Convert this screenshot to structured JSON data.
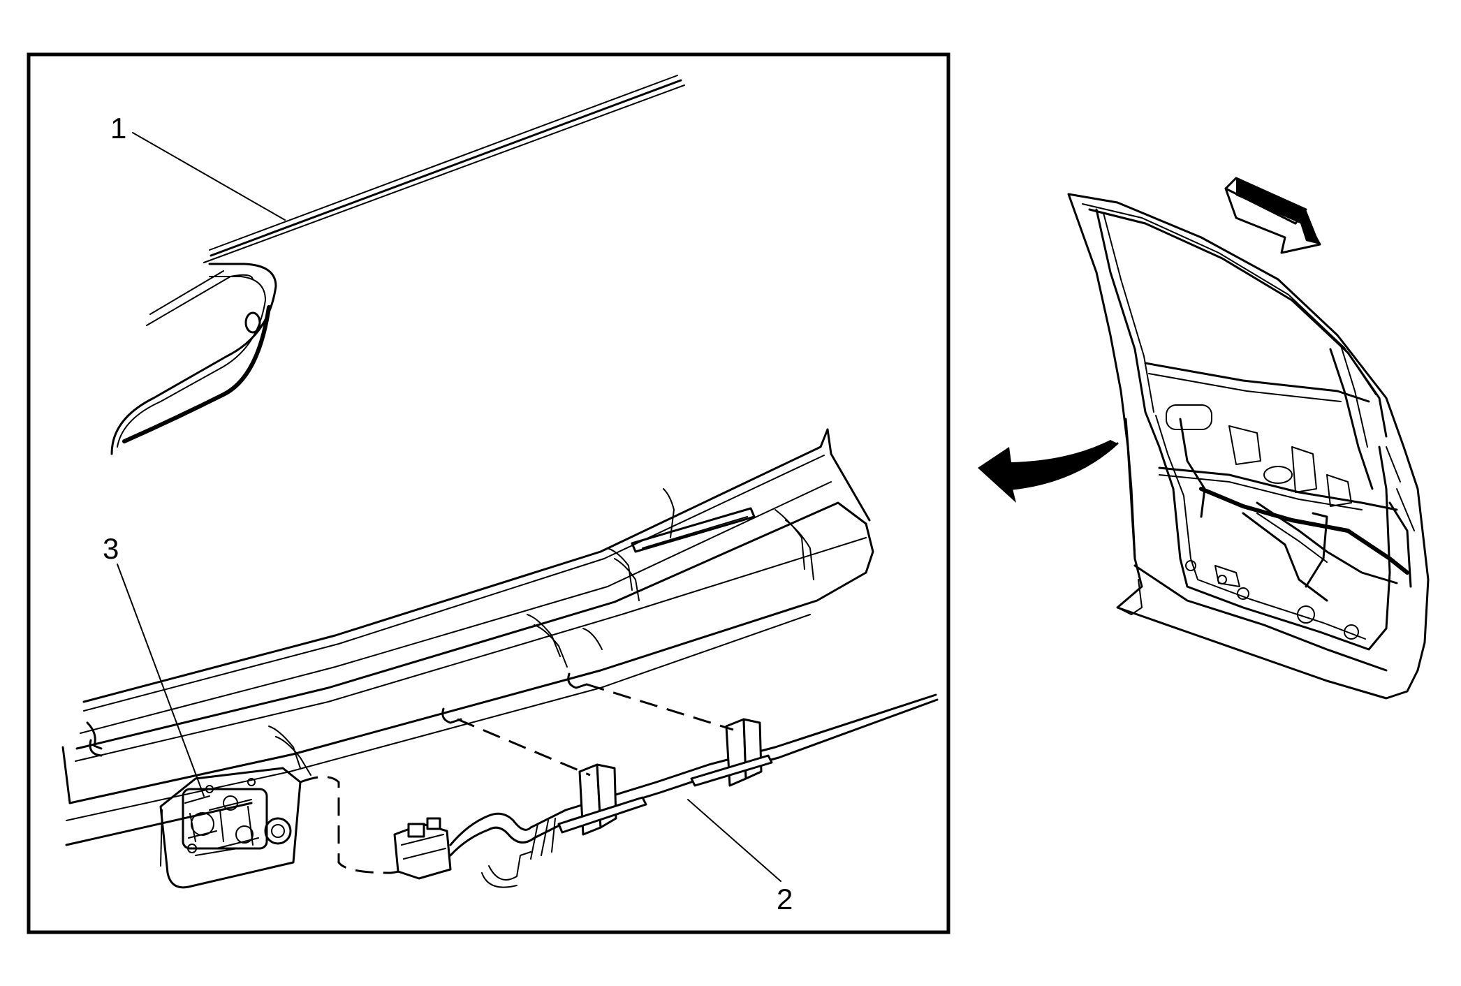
{
  "callouts": {
    "one": "1",
    "two": "2",
    "three": "3"
  },
  "icons": {
    "direction_arrow": "forward-arrow-icon",
    "view_arrow": "curved-arrow-icon"
  }
}
